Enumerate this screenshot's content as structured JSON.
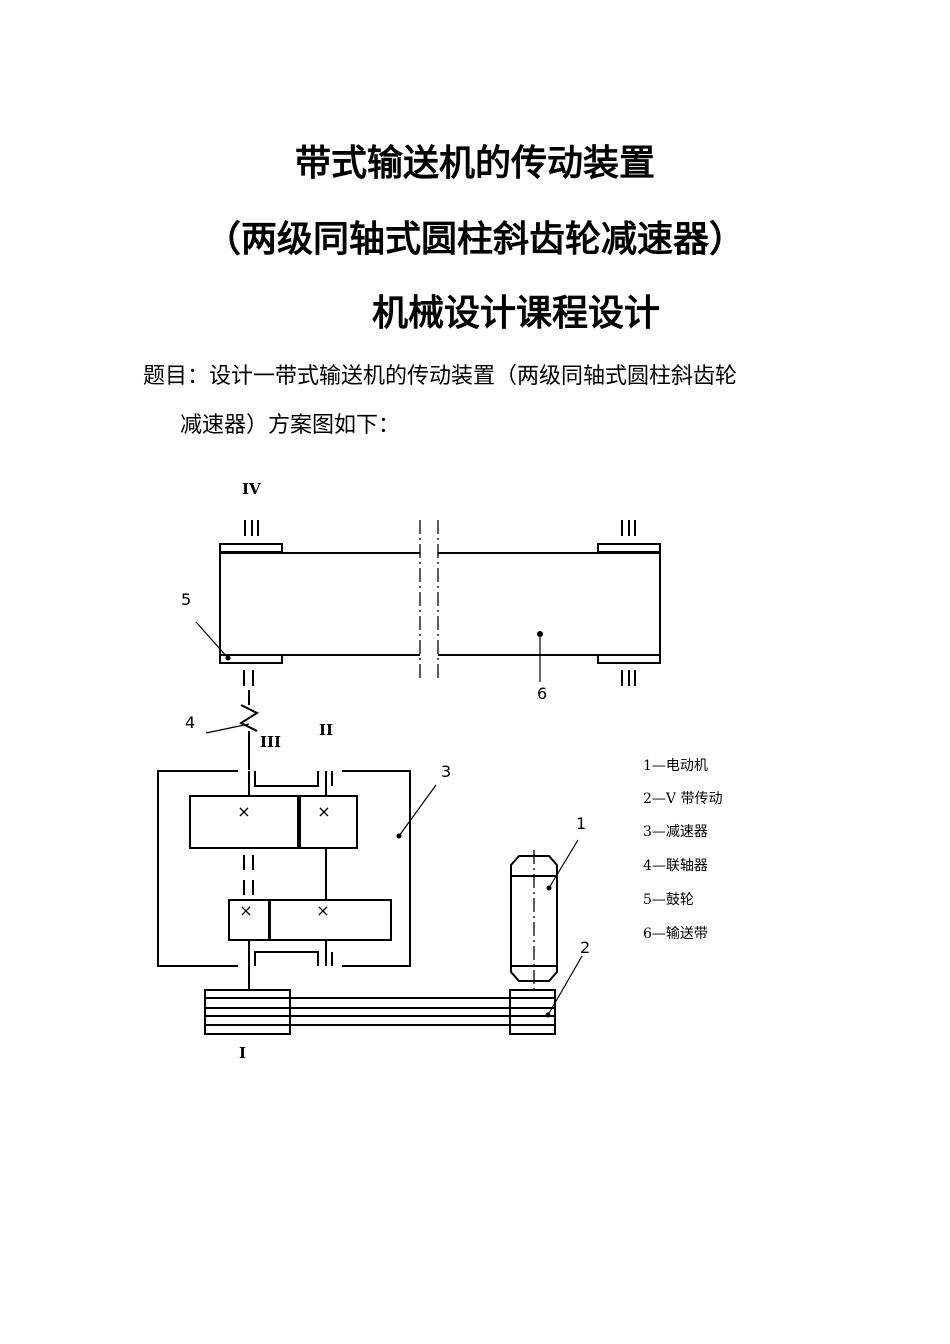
{
  "title_line1": "带式输送机的传动装置",
  "title_line2": "（两级同轴式圆柱斜齿轮减速器）",
  "title_line3": "机械设计课程设计",
  "paragraph_line1": "题目：设计一带式输送机的传动装置（两级同轴式圆柱斜齿轮",
  "paragraph_line2": "减速器）方案图如下：",
  "diagram": {
    "shaft_labels": [
      "I",
      "II",
      "III",
      "IV"
    ],
    "part_numbers": [
      "1",
      "2",
      "3",
      "4",
      "5",
      "6"
    ],
    "legend": [
      "1—电动机",
      "2—V 带传动",
      "3—减速器",
      "4—联轴器",
      "5—鼓轮",
      "6—输送带"
    ],
    "gear_mark": "×"
  }
}
